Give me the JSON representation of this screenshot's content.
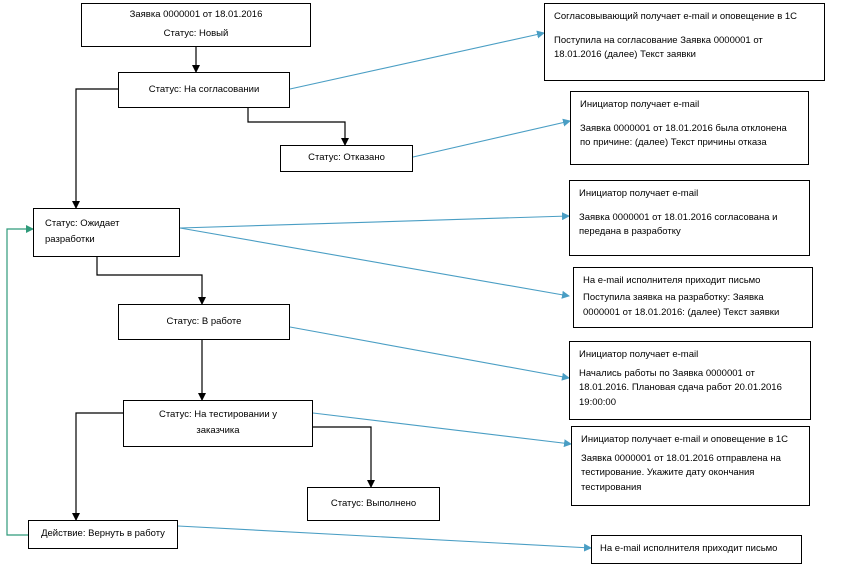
{
  "states": {
    "new": {
      "line1": "Заявка 0000001 от 18.01.2016",
      "line2": "Статус: Новый"
    },
    "approval": "Статус: На согласовании",
    "rejected": "Статус: Отказано",
    "awaiting_dev": {
      "line1": "Статус: Ожидает",
      "line2": "разработки"
    },
    "in_work": "Статус: В работе",
    "testing": {
      "line1": "Статус: На тестировании у",
      "line2": "заказчика"
    },
    "done": "Статус: Выполнено",
    "return_action": "Действие: Вернуть в работу"
  },
  "notifications": {
    "n1": {
      "line1": "Согласовывающий получает e-mail и оповещение в 1С",
      "line2": "Поступила на согласование Заявка 0000001 от",
      "line3": "18.01.2016 (далее) Текст заявки"
    },
    "n2": {
      "line1": "Инициатор получает e-mail",
      "line2": "Заявка 0000001 от 18.01.2016 была отклонена",
      "line3": "по причине: (далее) Текст причины отказа"
    },
    "n3": {
      "line1": "Инициатор получает e-mail",
      "line2": "Заявка 0000001 от 18.01.2016 согласована и",
      "line3": "передана в разработку"
    },
    "n4": {
      "line1": "На e-mail исполнителя приходит письмо",
      "line2": "Поступила заявка на разработку: Заявка",
      "line3": "0000001 от 18.01.2016: (далее) Текст заявки"
    },
    "n5": {
      "line1": "Инициатор получает e-mail",
      "line2": "Начались работы по Заявка 0000001 от",
      "line3": "18.01.2016. Плановая сдача работ 20.01.2016",
      "line4": "19:00:00"
    },
    "n6": {
      "line1": "Инициатор получает e-mail и оповещение в 1С",
      "line2": "Заявка 0000001 от 18.01.2016 отправлена на",
      "line3": "тестирование. Укажите дату окончания",
      "line4": "тестирования"
    },
    "n7": "На e-mail исполнителя приходит письмо"
  },
  "colors": {
    "flow_arrow": "#000000",
    "notify_arrow": "#4a9ec4",
    "return_arrow": "#2f9a7a"
  }
}
